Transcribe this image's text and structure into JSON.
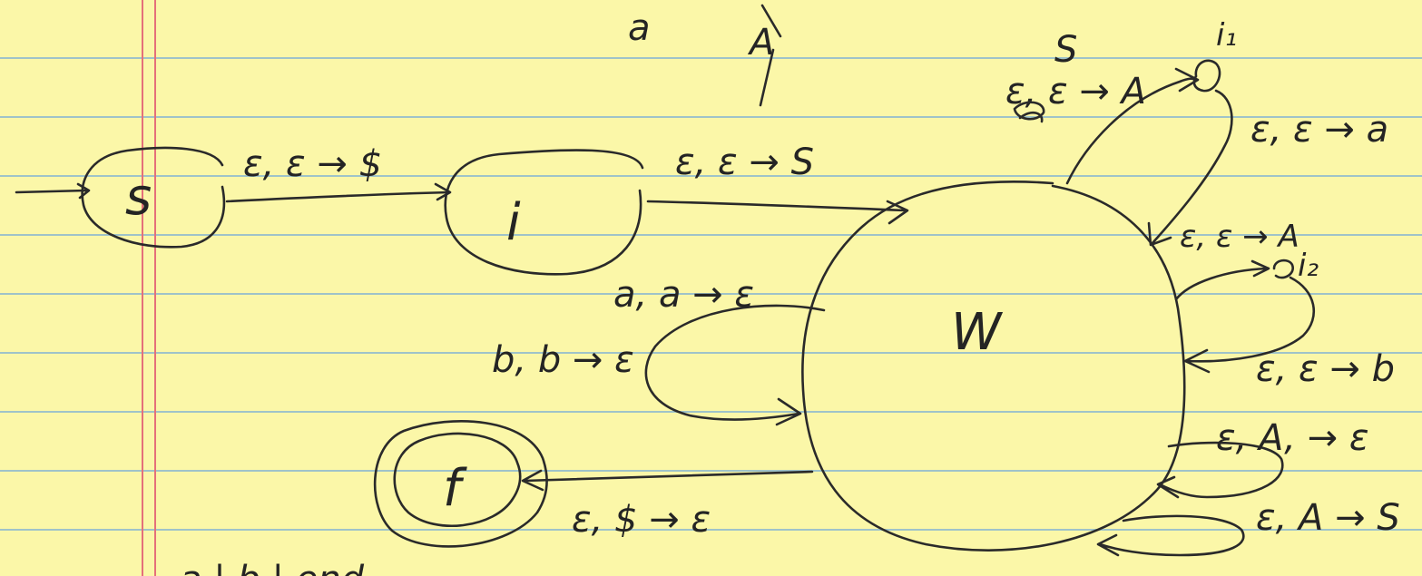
{
  "states": {
    "start": "s",
    "intermediate": "i",
    "working": "W",
    "final": "f",
    "aux_1": "i₁",
    "aux_2": "i₂"
  },
  "transitions": {
    "s_to_i": "ε, ε → $",
    "i_to_w": "ε, ε → S",
    "w_to_f": "ε, $ → ε",
    "loop_a": "a, a → ε",
    "loop_b": "b, b → ε",
    "w_to_i1_top": "S",
    "w_to_i1": "ε, ε → A",
    "i1_loop": "ε, ε → a",
    "i1_to_w": "ε, ε → A",
    "i2_loop": "ε, ε → b",
    "pop_a": "ε, A, → ε",
    "pop_s": "ε, A → S"
  },
  "scribbles": {
    "top_a": "a",
    "top_A": "A",
    "bottom_text": "a | b | end"
  }
}
